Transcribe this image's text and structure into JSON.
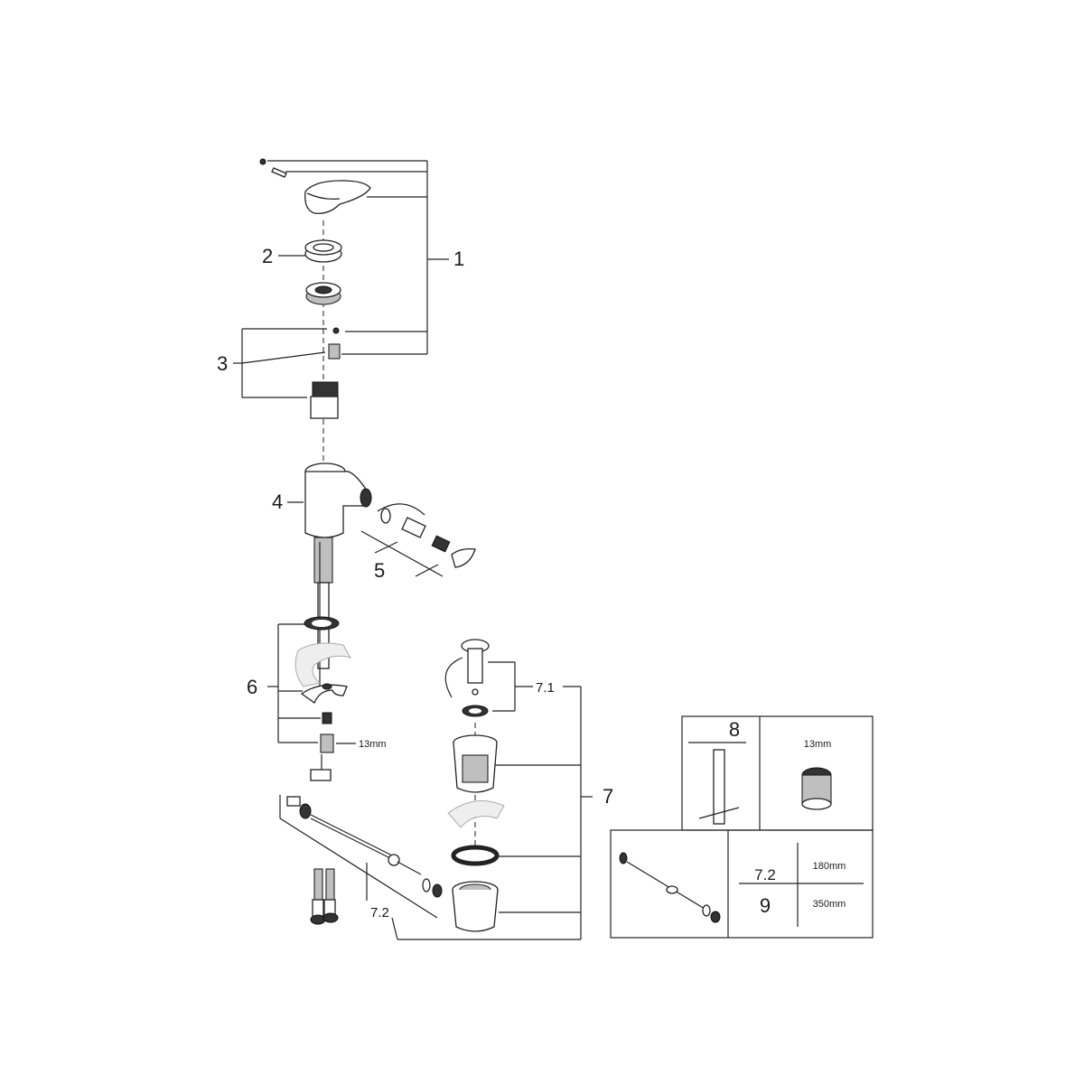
{
  "callouts": {
    "p1": "1",
    "p2": "2",
    "p3": "3",
    "p4": "4",
    "p5": "5",
    "p6": "6",
    "p7": "7",
    "p7_1": "7.1",
    "p7_2": "7.2",
    "wrench_13mm": "13mm"
  },
  "legend_box": {
    "tool_number": "8",
    "tool_size": "13mm",
    "rod_code": "7.2",
    "rod_code_alt": "9",
    "rod_length_1": "180mm",
    "rod_length_2": "350mm"
  },
  "icons": [
    "screw-icon",
    "lever-handle-icon",
    "cap-ring-icon",
    "nut-ring-icon",
    "cartridge-icon",
    "bidet-body-icon",
    "swivel-outlet-icon",
    "bracket-icon",
    "hex-nut-icon",
    "pop-up-plug-icon",
    "waste-body-icon",
    "seal-ring-icon",
    "lift-rod-icon",
    "supply-hose-icon",
    "wrench-tool-icon",
    "hex-socket-icon"
  ],
  "colors": {
    "line": "#222222",
    "background": "#ffffff"
  }
}
